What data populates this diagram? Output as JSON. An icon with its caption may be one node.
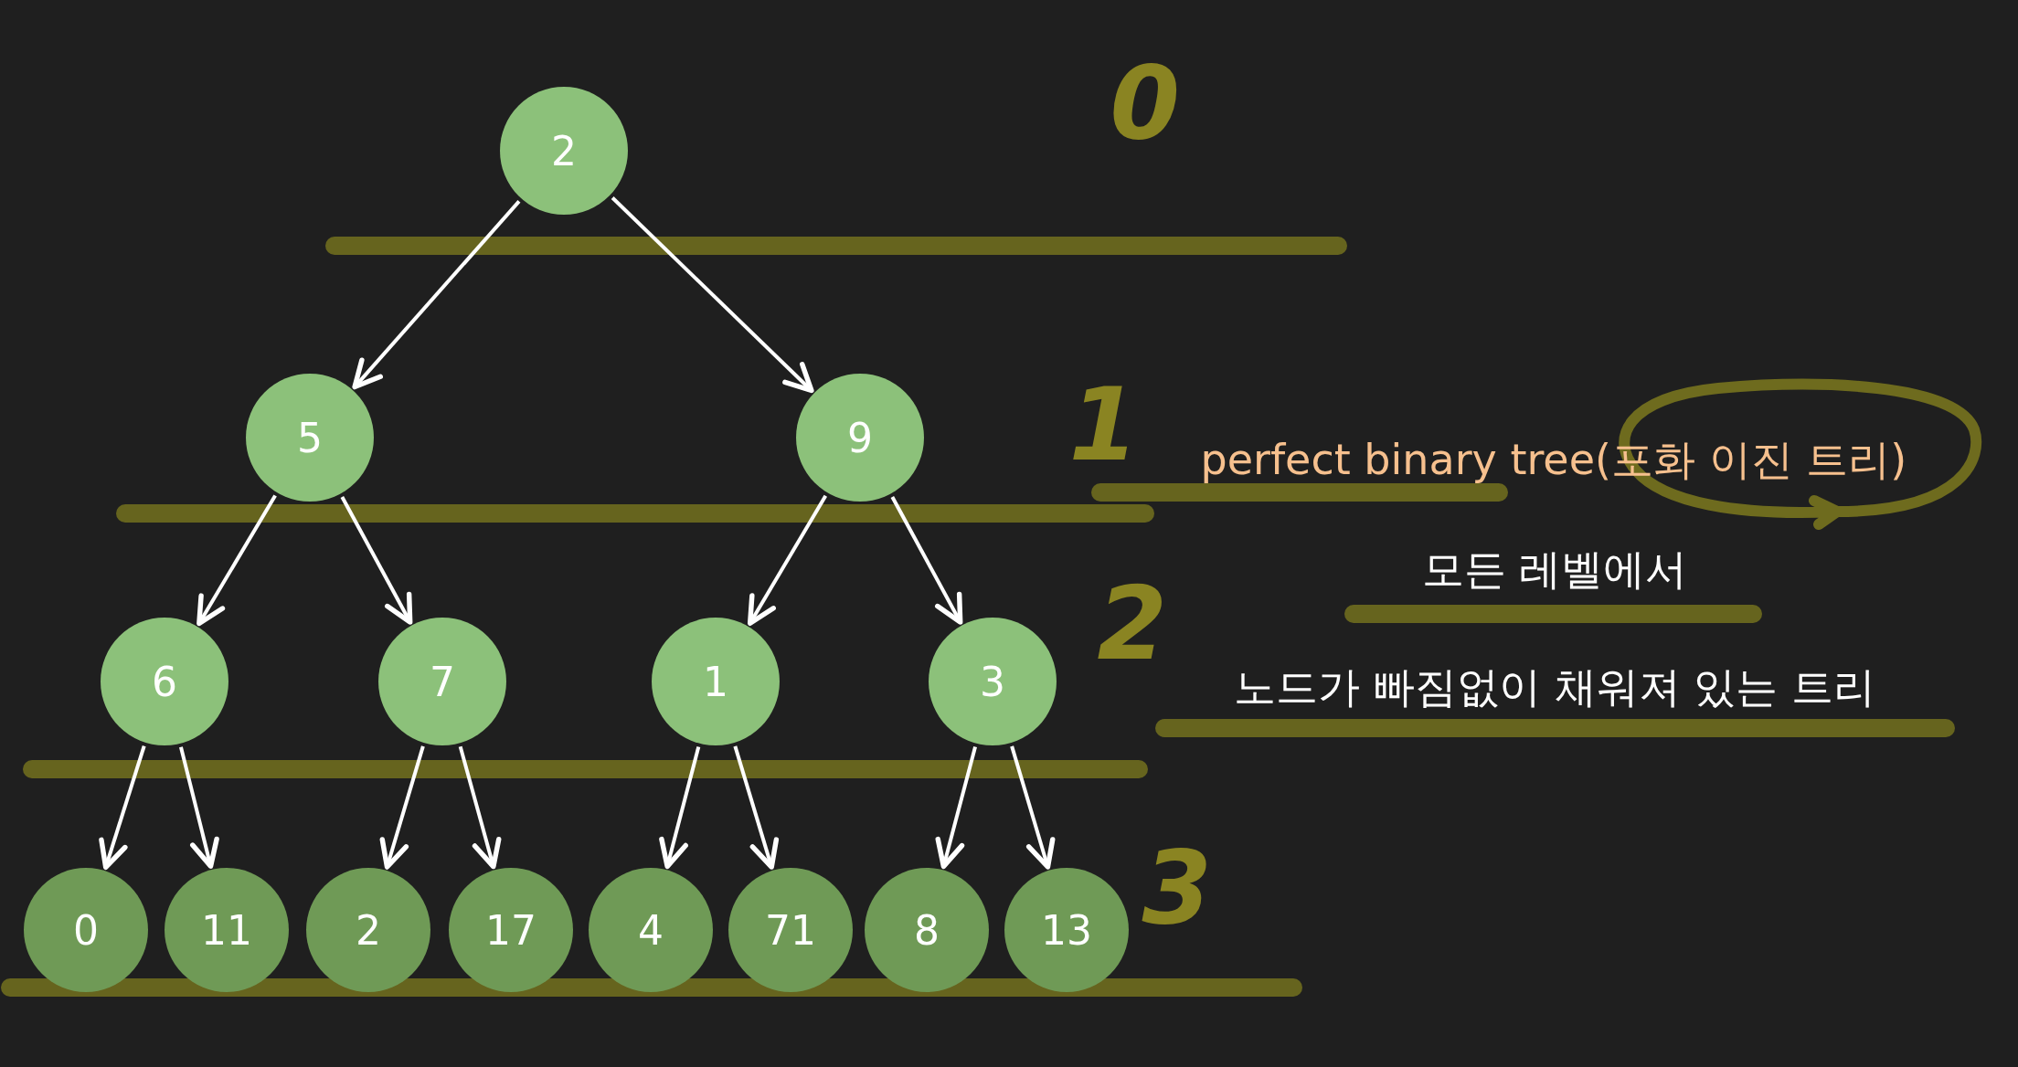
{
  "diagram": {
    "nodes": [
      {
        "text": [
          "2"
        ]
      },
      {
        "text": [
          "5"
        ]
      },
      {
        "text": [
          "9"
        ]
      },
      {
        "text": [
          "6"
        ]
      },
      {
        "text": [
          "7"
        ]
      },
      {
        "text": [
          "1"
        ]
      },
      {
        "text": [
          "3"
        ]
      },
      {
        "text": [
          "0"
        ]
      },
      {
        "text": [
          "11"
        ]
      },
      {
        "text": [
          "2"
        ]
      },
      {
        "text": [
          "17"
        ]
      },
      {
        "text": [
          "4"
        ]
      },
      {
        "text": [
          "71"
        ]
      },
      {
        "text": [
          "8"
        ]
      },
      {
        "text": [
          "13"
        ]
      }
    ],
    "edges": [
      {
        "from": 0,
        "to": 1,
        "arrow": "to"
      },
      {
        "from": 0,
        "to": 2,
        "arrow": "to"
      },
      {
        "from": 1,
        "to": 3,
        "arrow": "to"
      },
      {
        "from": 1,
        "to": 4,
        "arrow": "to"
      },
      {
        "from": 2,
        "to": 5,
        "arrow": "to"
      },
      {
        "from": 2,
        "to": 6,
        "arrow": "to"
      },
      {
        "from": 3,
        "to": 7,
        "arrow": "to"
      },
      {
        "from": 3,
        "to": 8,
        "arrow": "to"
      },
      {
        "from": 4,
        "to": 9,
        "arrow": "to"
      },
      {
        "from": 4,
        "to": 10,
        "arrow": "to"
      },
      {
        "from": 5,
        "to": 11,
        "arrow": "to"
      },
      {
        "from": 5,
        "to": 12,
        "arrow": "to"
      },
      {
        "from": 6,
        "to": 13,
        "arrow": "to"
      },
      {
        "from": 6,
        "to": 14,
        "arrow": "to"
      }
    ],
    "labels": [
      "0",
      "1",
      "perfect binary tree(포화 이진 트리)",
      "모든 레벨에서",
      "2",
      "노드가 빠짐없이 채워져 있는 트리",
      "3"
    ]
  }
}
